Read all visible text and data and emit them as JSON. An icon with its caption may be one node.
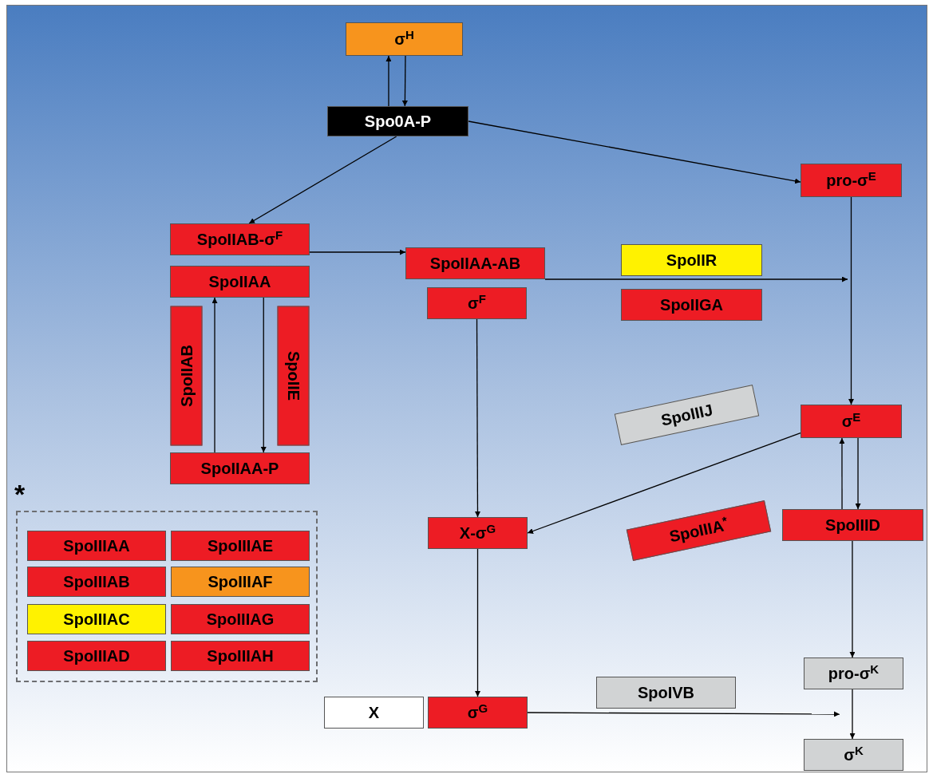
{
  "diagram": {
    "nodes": [
      {
        "text": [
          "σ$^{H}$"
        ]
      },
      {
        "text": [
          "Spo0A-P"
        ]
      },
      {
        "text": [
          "pro-σ$^{E}$"
        ]
      },
      {
        "text": [
          "SpoIIAB-σ$^{F}$"
        ]
      },
      {
        "text": [
          "SpoIIAA"
        ]
      },
      {
        "text": [
          "SpoIIAA-AB"
        ]
      },
      {
        "text": [
          "SpoIIR"
        ]
      },
      {
        "text": [
          "σ$^{F}$"
        ]
      },
      {
        "text": [
          "SpoIIGA"
        ]
      },
      {
        "text": [
          "SpoIIAB"
        ]
      },
      {
        "text": [
          "SpoIIE"
        ]
      },
      {
        "text": [
          "SpoIIAA-P"
        ]
      },
      {
        "text": [
          "σ$^{E}$"
        ]
      },
      {
        "text": [
          "SpoIIIJ"
        ]
      },
      {
        "text": [
          "SpoIIIA$^{*}$"
        ]
      },
      {
        "text": [
          "*"
        ]
      },
      {
        "text": [
          "SpoIIIAA"
        ],
        "in": 15
      },
      {
        "text": [
          "SpoIIIAE"
        ],
        "in": 15
      },
      {
        "text": [
          "SpoIIIAB"
        ],
        "in": 15
      },
      {
        "text": [
          "SpoIIIAF"
        ],
        "in": 15
      },
      {
        "text": [
          "SpoIIIAC"
        ],
        "in": 15
      },
      {
        "text": [
          "SpoIIIAG"
        ],
        "in": 15
      },
      {
        "text": [
          "SpoIIIAD"
        ],
        "in": 15
      },
      {
        "text": [
          "SpoIIIAH"
        ],
        "in": 15
      },
      {
        "text": [
          "X-σ$^{G}$"
        ]
      },
      {
        "text": [
          "SpoIIID"
        ]
      },
      {
        "text": [
          "SpoIVB"
        ]
      },
      {
        "text": [
          "pro-σ$^{K}$"
        ]
      },
      {
        "text": [
          "X"
        ]
      },
      {
        "text": [
          "σ$^{G}$"
        ]
      },
      {
        "text": [
          "σ$^{K}$"
        ]
      }
    ],
    "edges": [
      {
        "from": 1,
        "to": 0,
        "arrow": "to"
      },
      {
        "from": 0,
        "to": 1,
        "arrow": "to"
      },
      {
        "from": 1,
        "to": 3,
        "arrow": "to"
      },
      {
        "from": 1,
        "to": 2,
        "arrow": "to"
      },
      {
        "from": 3,
        "to": 5,
        "arrow": "to"
      },
      {
        "from": 11,
        "to": 4,
        "arrow": "to"
      },
      {
        "from": 4,
        "to": 11,
        "arrow": "to"
      },
      {
        "from": 5,
        "to": null,
        "arrow": "to"
      },
      {
        "from": 2,
        "to": 12,
        "arrow": "to"
      },
      {
        "from": 7,
        "to": 24,
        "arrow": "to"
      },
      {
        "from": 12,
        "to": 24,
        "arrow": "to"
      },
      {
        "from": 25,
        "to": 12,
        "arrow": "to"
      },
      {
        "from": 12,
        "to": 25,
        "arrow": "to"
      },
      {
        "from": 24,
        "to": 29,
        "arrow": "to"
      },
      {
        "from": 25,
        "to": 27,
        "arrow": "to"
      },
      {
        "from": 29,
        "to": null,
        "arrow": "to"
      },
      {
        "from": 27,
        "to": 30,
        "arrow": "to"
      }
    ]
  }
}
